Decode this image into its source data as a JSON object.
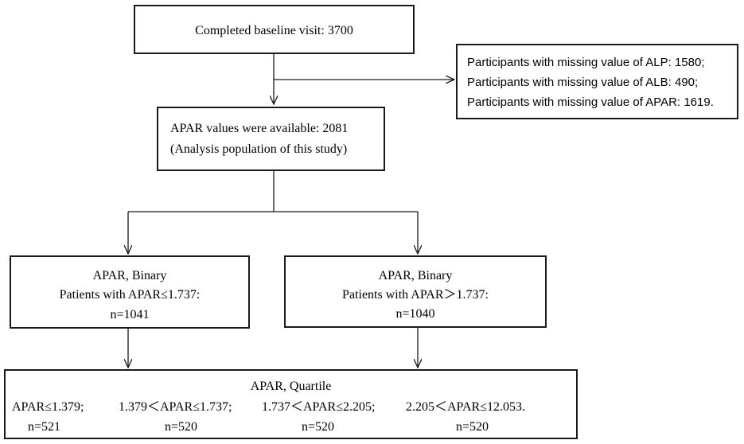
{
  "colors": {
    "stroke": "#1a1a1a",
    "background": "#ffffff"
  },
  "baseline": {
    "text": "Completed baseline visit: 3700"
  },
  "missing": {
    "lines": [
      "Participants with missing value of ALP: 1580;",
      "Participants with missing value of ALB: 490;",
      "Participants with missing value of APAR: 1619."
    ]
  },
  "available": {
    "line1": "APAR values were available: 2081",
    "line2": "(Analysis population of this study)"
  },
  "binary_low": {
    "title": "APAR, Binary",
    "condition": "Patients with APAR≤1.737:",
    "count": "n=1041"
  },
  "binary_high": {
    "title": "APAR, Binary",
    "condition": "Patients with APAR＞1.737:",
    "count": "n=1040"
  },
  "quartile": {
    "title": "APAR, Quartile",
    "groups": [
      {
        "range": "APAR≤1.379;",
        "count": "n=521"
      },
      {
        "range": "1.379＜APAR≤1.737;",
        "count": "n=520"
      },
      {
        "range": "1.737＜APAR≤2.205;",
        "count": "n=520"
      },
      {
        "range": "2.205＜APAR≤12.053.",
        "count": "n=520"
      }
    ]
  }
}
